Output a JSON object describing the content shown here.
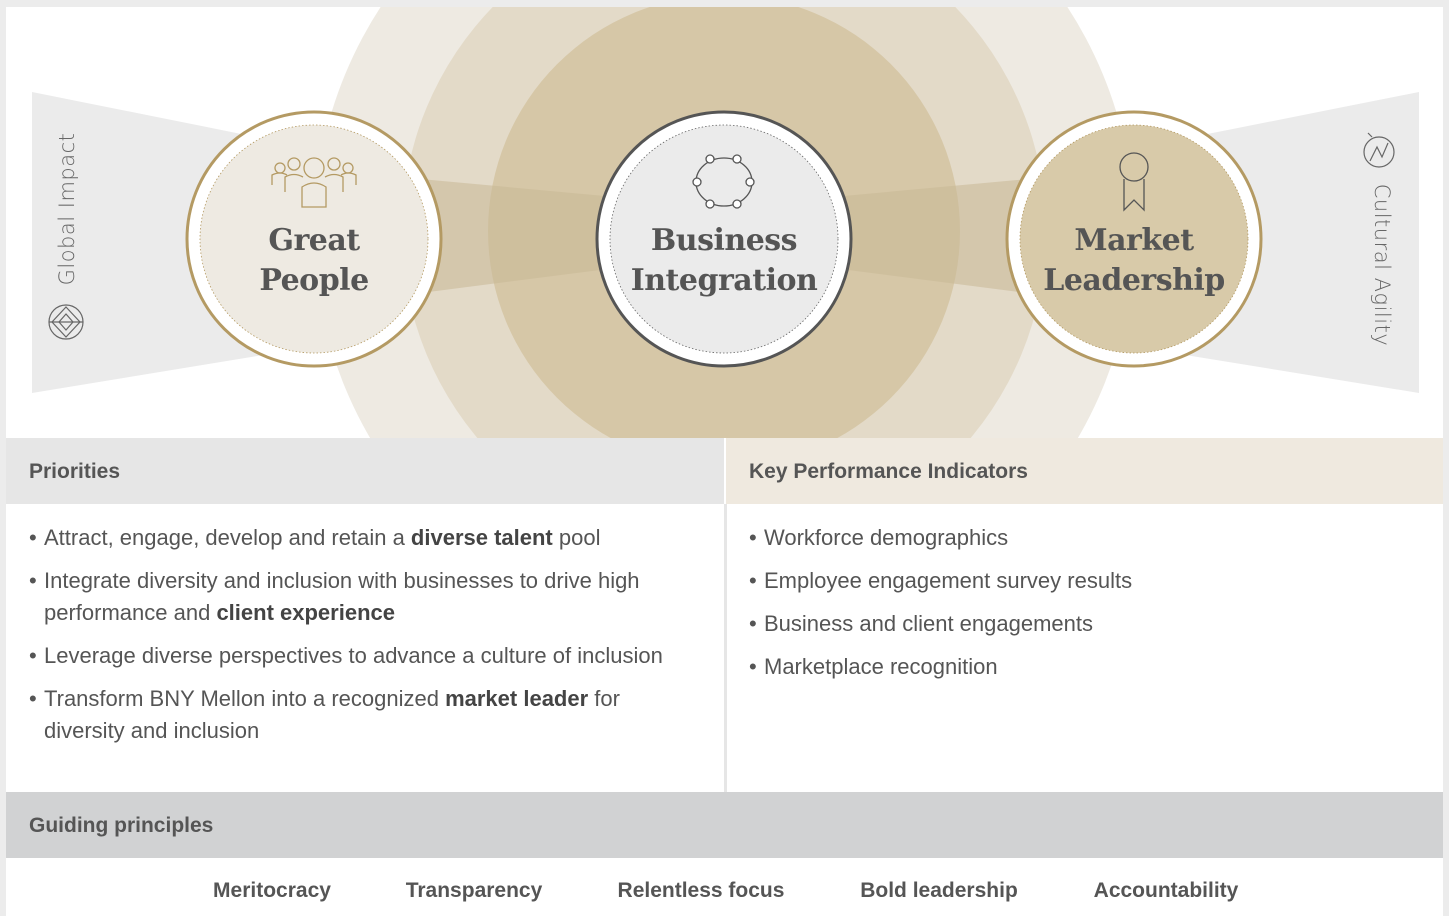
{
  "diagram": {
    "left_side_label": "Global Impact",
    "right_side_label": "Cultural Agility",
    "circles": {
      "left": {
        "line1": "Great",
        "line2": "People"
      },
      "center": {
        "line1": "Business",
        "line2": "Integration"
      },
      "right": {
        "line1": "Market",
        "line2": "Leadership"
      }
    }
  },
  "priorities": {
    "heading": "Priorities",
    "items": [
      {
        "before": "Attract, engage, develop and retain a ",
        "bold": "diverse talent",
        "after": " pool"
      },
      {
        "before": "Integrate diversity and inclusion with businesses to drive high performance and ",
        "bold": "client experience",
        "after": ""
      },
      {
        "before": "Leverage diverse perspectives to advance a culture of inclusion",
        "bold": "",
        "after": ""
      },
      {
        "before": "Transform BNY Mellon into a recognized ",
        "bold": "market leader",
        "after": " for diversity and inclusion"
      }
    ]
  },
  "kpis": {
    "heading": "Key Performance Indicators",
    "items": [
      "Workforce demographics",
      "Employee engagement survey results",
      "Business and client engagements",
      "Marketplace recognition"
    ]
  },
  "guiding_principles": {
    "heading": "Guiding principles",
    "items": [
      "Meritocracy",
      "Transparency",
      "Relentless focus",
      "Bold leadership",
      "Accountability"
    ]
  },
  "colors": {
    "gold": "#b49a63",
    "light_tan": "#eeeae2",
    "mid_tan": "#e2d9c6",
    "dark_tan": "#d5c6a6",
    "gray_panel": "#e6e6e6",
    "kpi_header": "#efe9df",
    "text": "#555555"
  },
  "icons": {
    "left_side": "globe-icon",
    "right_side": "agility-icon",
    "great_people": "people-group-icon",
    "business_integration": "network-circle-icon",
    "market_leadership": "award-ribbon-icon"
  }
}
